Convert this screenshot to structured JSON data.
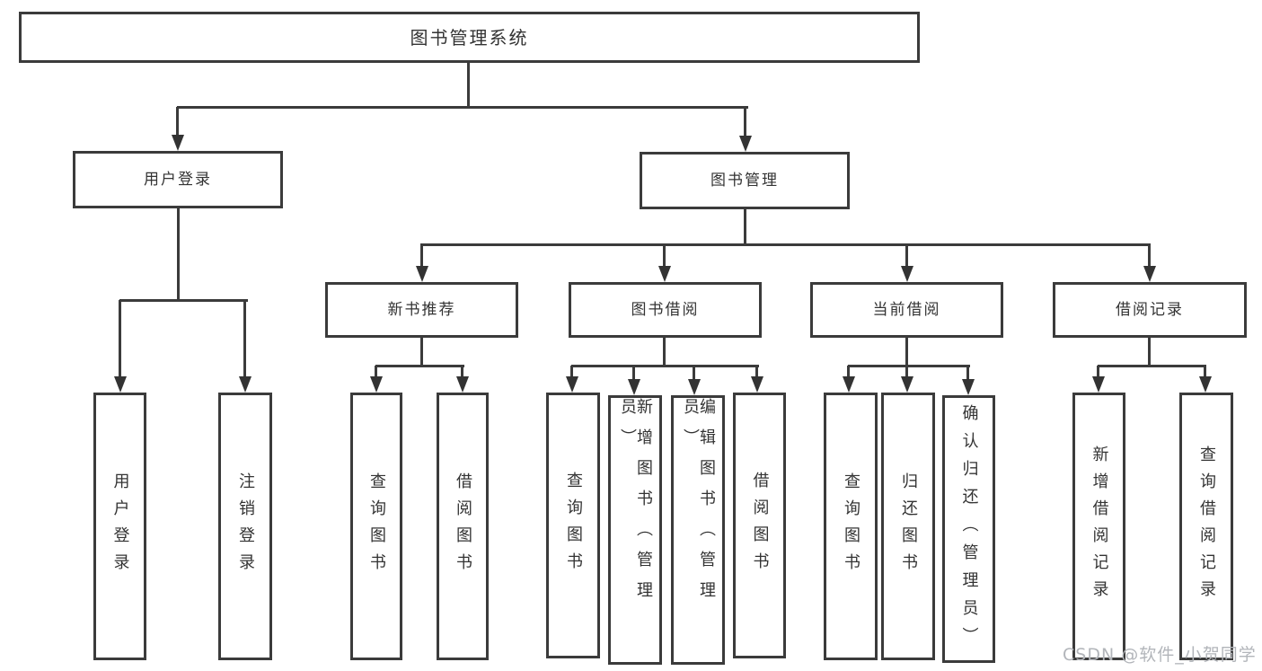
{
  "diagram_type": "hierarchy-tree",
  "watermark": "CSDN @软件_小贺同学",
  "colors": {
    "line": "#3b3b3b",
    "box_border": "#3b3b3b",
    "box_fill": "#ffffff",
    "text": "#333333",
    "watermark": "#b2b5ba"
  },
  "nodes": {
    "root": {
      "label": "图书管理系统"
    },
    "l2_user_login": {
      "label": "用户登录"
    },
    "l2_book_mgmt": {
      "label": "图书管理"
    },
    "leaf_user_login": {
      "label": "用户登录"
    },
    "leaf_logout": {
      "label": "注销登录"
    },
    "l3_new_book": {
      "label": "新书推荐"
    },
    "l3_borrow": {
      "label": "图书借阅"
    },
    "l3_current": {
      "label": "当前借阅"
    },
    "l3_records": {
      "label": "借阅记录"
    },
    "leaf_nb_query": {
      "label": "查询图书"
    },
    "leaf_nb_borrow": {
      "label": "借阅图书"
    },
    "leaf_bb_query": {
      "label": "查询图书"
    },
    "leaf_bb_add": {
      "label": "新增图书（管理员）"
    },
    "leaf_bb_edit": {
      "label": "编辑图书（管理员）"
    },
    "leaf_bb_borrow": {
      "label": "借阅图书"
    },
    "leaf_cb_query": {
      "label": "查询图书"
    },
    "leaf_cb_return": {
      "label": "归还图书"
    },
    "leaf_cb_confirm": {
      "label": "确认归还（管理员）"
    },
    "leaf_br_add": {
      "label": "新增借阅记录"
    },
    "leaf_br_query": {
      "label": "查询借阅记录"
    }
  },
  "tree": {
    "图书管理系统": {
      "用户登录": [
        "用户登录",
        "注销登录"
      ],
      "图书管理": {
        "新书推荐": [
          "查询图书",
          "借阅图书"
        ],
        "图书借阅": [
          "查询图书",
          "新增图书（管理员）",
          "编辑图书（管理员）",
          "借阅图书"
        ],
        "当前借阅": [
          "查询图书",
          "归还图书",
          "确认归还（管理员）"
        ],
        "借阅记录": [
          "新增借阅记录",
          "查询借阅记录"
        ]
      }
    }
  }
}
